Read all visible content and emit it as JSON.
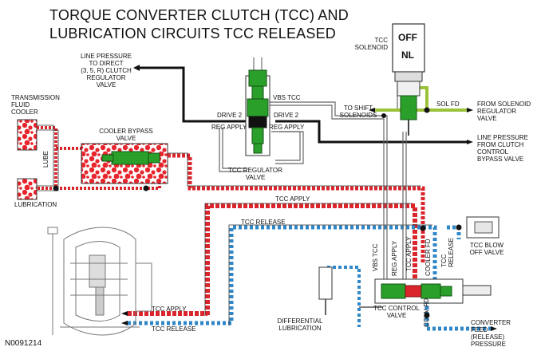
{
  "title_line1": "TORQUE CONVERTER CLUTCH (TCC) AND",
  "title_line2": "LUBRICATION CIRCUITS TCC RELEASED",
  "figure_id": "N0091214",
  "solenoid": {
    "label": "TCC SOLENOID",
    "state_off": "OFF",
    "state_nl": "NL"
  },
  "labels": {
    "line_pressure_direct": "LINE PRESSURE\nTO DIRECT\n(3, 5, R) CLUTCH\nREGULATOR\nVALVE",
    "transmission_fluid_cooler": "TRANSMISSION\nFLUID\nCOOLER",
    "cooler_bypass_valve": "COOLER BYPASS\nVALVE",
    "lube": "LUBE",
    "lubrication": "LUBRICATION",
    "vbs_tcc": "VBS TCC",
    "drive2_left": "DRIVE 2",
    "drive2_right": "DRIVE 2",
    "reg_apply_left": "REG APPLY",
    "reg_apply_right": "REG APPLY",
    "tcc_regulator_valve": "TCC REGULATOR\nVALVE",
    "to_shift_solenoids": "TO SHIFT\nSOLENOIDS",
    "sol_fd": "SOL FD",
    "from_solenoid_regulator": "FROM SOLENOID\nREGULATOR\nVALVE",
    "line_pressure_from_clutch": "LINE PRESSURE\nFROM CLUTCH\nCONTROL\nBYPASS VALVE",
    "tcc_apply_top": "TCC APPLY",
    "tcc_release_top": "TCC RELEASE",
    "vbs_tcc_vertical": "VBS TCC",
    "reg_apply_vertical": "REG APPLY",
    "tcc_apply_vertical": "TCC APPLY",
    "cooler_fd": "COOLER FD",
    "tcc_release_vertical": "TCC\nRELEASE",
    "tcc_blow_off_valve": "TCC BLOW\nOFF VALVE",
    "tcc_control_valve": "TCC CONTROL\nVALVE",
    "conv_fd": "CONV FD",
    "differential_lubrication": "DIFFERENTIAL\nLUBRICATION",
    "converter_feed": "CONVERTER\nFEED\n(RELEASE)\nPRESSURE",
    "tcc_apply_bottom": "TCC APPLY",
    "tcc_release_bottom": "TCC RELEASE"
  },
  "colors": {
    "cooler_fill": "#e8252c",
    "valve_green": "#2aa02a",
    "apply_red": "#d9252b",
    "release_blue": "#2f87c8",
    "sol_fd_green": "#9cc23b",
    "line_black": "#111111"
  }
}
